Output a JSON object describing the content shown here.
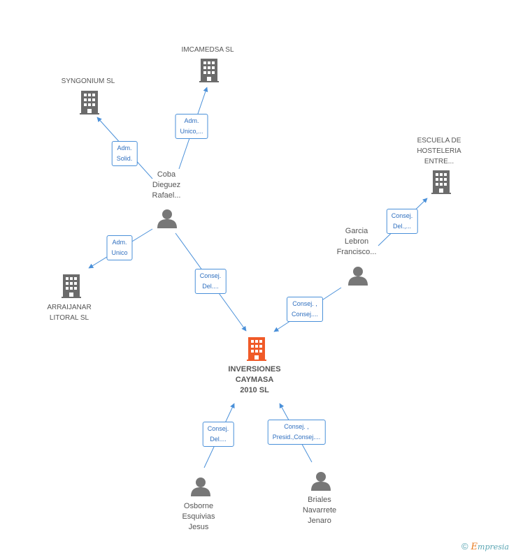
{
  "nodes": {
    "imcamedsa": {
      "label": "IMCAMEDSA SL"
    },
    "syngonium": {
      "label": "SYNGONIUM SL"
    },
    "escuela": {
      "label": "ESCUELA DE\nHOSTELERIA\nENTRE..."
    },
    "arraijanar": {
      "label": "ARRAIJANAR\nLITORAL SL"
    },
    "inversiones": {
      "label": "INVERSIONES\nCAYMASA\n2010 SL"
    },
    "coba": {
      "label": "Coba\nDieguez\nRafael..."
    },
    "garcia": {
      "label": "Garcia\nLebron\nFrancisco..."
    },
    "osborne": {
      "label": "Osborne\nEsquivias\nJesus"
    },
    "briales": {
      "label": "Briales\nNavarrete\nJenaro"
    }
  },
  "edges": {
    "coba_imcamedsa": "Adm.\nUnico,...",
    "coba_syngonium": "Adm.\nSolid.",
    "coba_arraijanar": "Adm.\nUnico",
    "coba_inversiones": "Consej.\nDel....",
    "garcia_escuela": "Consej.\nDel.,...",
    "garcia_inversiones": "Consej. ,\nConsej....",
    "osborne_inversiones": "Consej.\nDel....",
    "briales_inversiones": "Consej. ,\nPresid.,Consej...."
  },
  "footer": {
    "copyright": "©",
    "brand_e": "E",
    "brand_rest": "mpresia"
  },
  "colors": {
    "edge": "#4a90d9",
    "company": "#6b6b6b",
    "center_company": "#f05a28",
    "person": "#777777"
  }
}
